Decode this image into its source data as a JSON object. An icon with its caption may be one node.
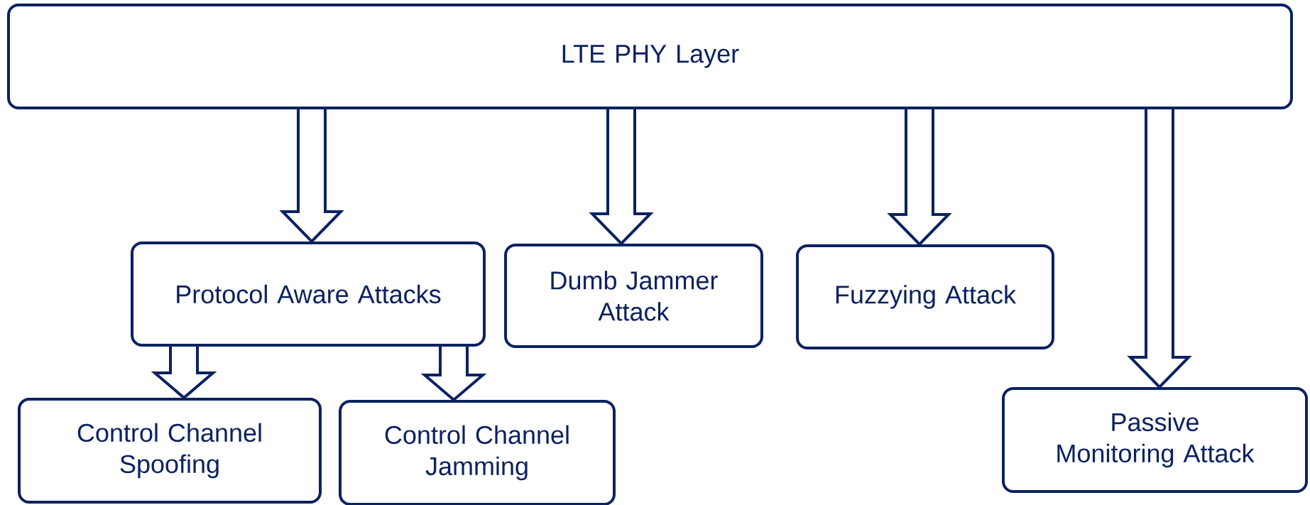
{
  "diagram": {
    "nodes": [
      {
        "text": [
          "LTE PHY Layer"
        ]
      },
      {
        "text": [
          "Protocol Aware Attacks"
        ]
      },
      {
        "text": [
          "Dumb Jammer Attack"
        ]
      },
      {
        "text": [
          "Fuzzying Attack"
        ]
      },
      {
        "text": [
          "Control Channel Spoofing"
        ]
      },
      {
        "text": [
          "Control Channel Jamming"
        ]
      },
      {
        "text": [
          "Passive Monitoring Attack"
        ]
      }
    ],
    "edges": [
      {
        "from": 0,
        "to": 1,
        "arrow": "to"
      },
      {
        "from": 0,
        "to": 2,
        "arrow": "to"
      },
      {
        "from": 0,
        "to": 3,
        "arrow": "to"
      },
      {
        "from": 0,
        "to": 6,
        "arrow": "to"
      },
      {
        "from": 1,
        "to": 4,
        "arrow": "to"
      },
      {
        "from": 1,
        "to": 5,
        "arrow": "to"
      }
    ]
  }
}
